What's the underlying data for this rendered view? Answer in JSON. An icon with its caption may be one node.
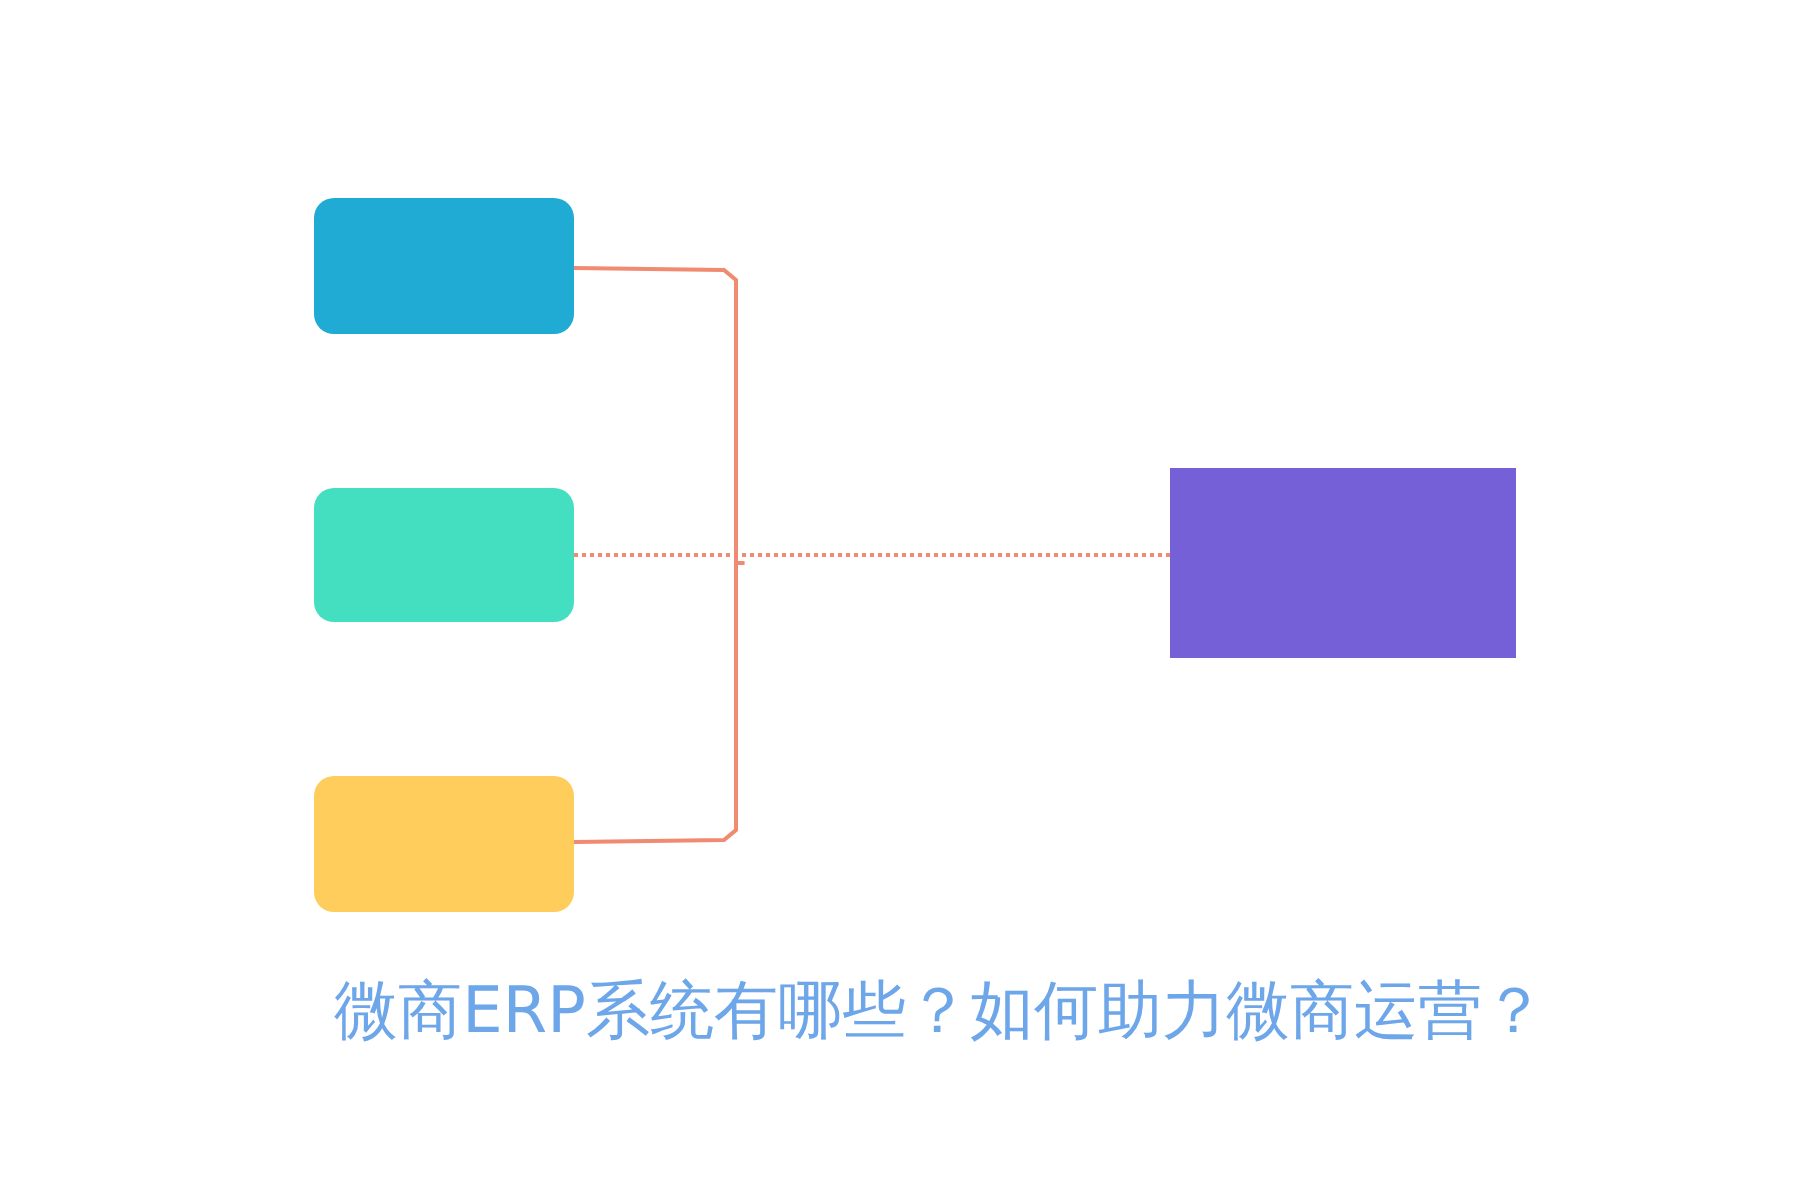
{
  "diagram": {
    "title": "微商ERP系统有哪些？如何助力微商运营？",
    "nodes": [
      {
        "text": [],
        "shape": "box"
      },
      {
        "text": [],
        "shape": "box"
      },
      {
        "text": [],
        "shape": "box"
      },
      {
        "text": [],
        "shape": "box"
      }
    ],
    "edges": [
      {
        "from": 0,
        "to": 3,
        "arrow": "none"
      },
      {
        "from": 1,
        "to": 3,
        "arrow": "none",
        "style": "dashed"
      },
      {
        "from": 2,
        "to": 3,
        "arrow": "none"
      }
    ]
  }
}
